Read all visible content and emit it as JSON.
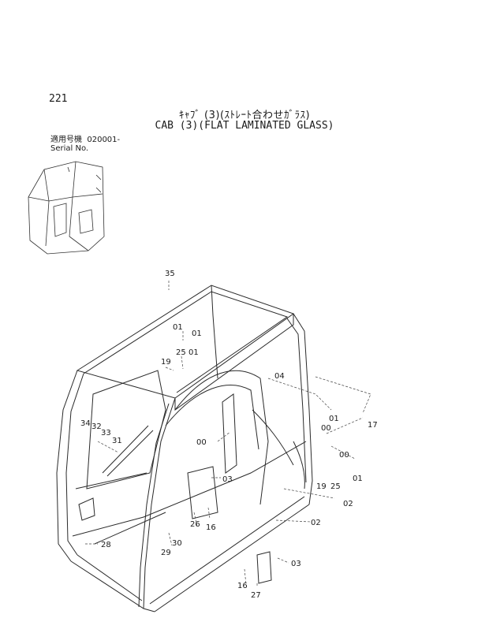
{
  "page_number": "221",
  "title_jp": "ｷｬﾌﾞ (3)(ｽﾄﾚｰﾄ合わせｶﾞﾗｽ)",
  "title_en": "CAB (3)(FLAT LAMINATED GLASS)",
  "serial": {
    "label_jp": "適用号機",
    "value": "020001-",
    "label_en": "Serial No."
  },
  "callouts": [
    "35",
    "01",
    "01",
    "25",
    "01",
    "19",
    "04",
    "01",
    "17",
    "34",
    "32",
    "33",
    "31",
    "00",
    "00",
    "00",
    "01",
    "19",
    "25",
    "03",
    "02",
    "02",
    "26",
    "16",
    "28",
    "30",
    "29",
    "03",
    "16",
    "27"
  ]
}
